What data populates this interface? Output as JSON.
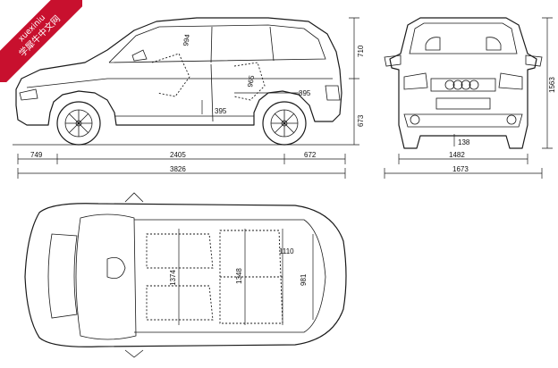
{
  "watermark": {
    "top_text": "xuexiniu",
    "bottom_text": "学犀牛中文网",
    "color": "#c8102e"
  },
  "dimensions": {
    "front_overhang": "749",
    "wheelbase": "2405",
    "rear_overhang": "672",
    "overall_length": "3826",
    "roof_to_beltline": "710",
    "beltline_to_ground": "673",
    "overall_height": "1563",
    "track_width": "1482",
    "overall_width": "1673",
    "ground_clearance": "138",
    "front_headroom": "994",
    "rear_headroom": "965",
    "front_legroom": "895",
    "rear_seat_height": "395",
    "front_shoulder_width": "1374",
    "rear_shoulder_width": "1348",
    "rear_hip_width": "1110",
    "luggage_width": "981"
  }
}
